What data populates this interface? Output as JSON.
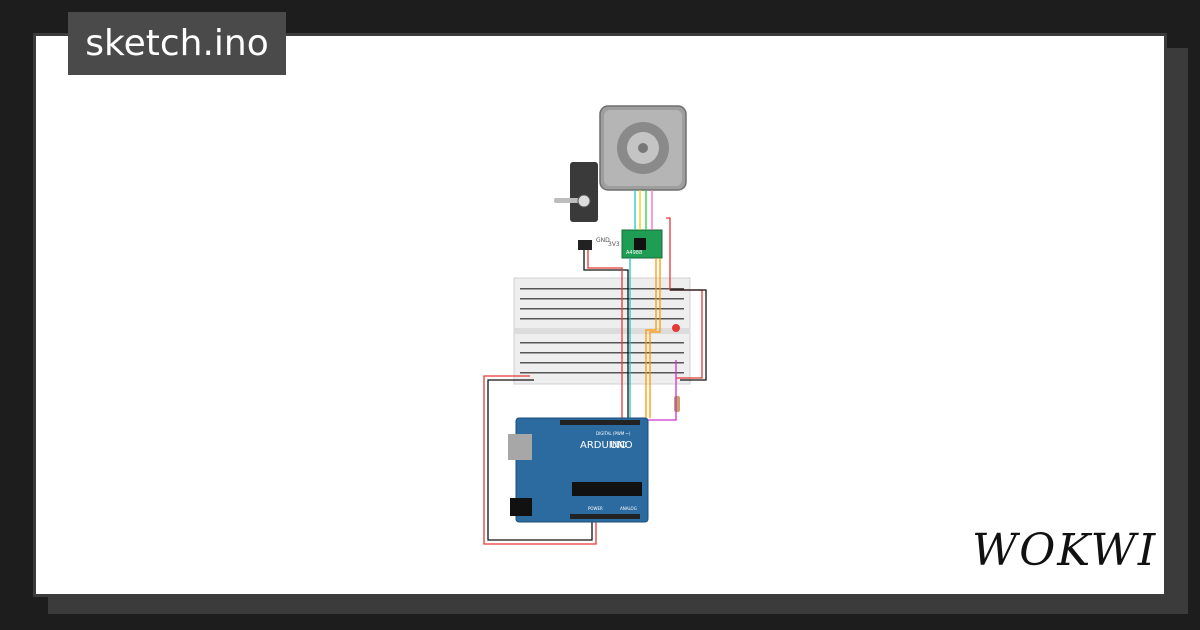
{
  "title": "sketch.ino",
  "brand": "WOKWI",
  "board": {
    "maker": "ARDUINO",
    "model": "UNO",
    "header_digital": "DIGITAL (PWM ~)",
    "header_analog": "ANALOG",
    "header_power": "POWER"
  },
  "driver": {
    "label": "A4988"
  },
  "servo_labels": {
    "gnd": "GND",
    "vcc": "3V3"
  },
  "colors": {
    "background": "#1d1d1d",
    "card": "#ffffff",
    "frame": "#3b3b3b",
    "title_tag": "#4a4a4a",
    "board_blue": "#2c6ba0",
    "driver_green": "#1f9d55",
    "led_red": "#e53935"
  }
}
